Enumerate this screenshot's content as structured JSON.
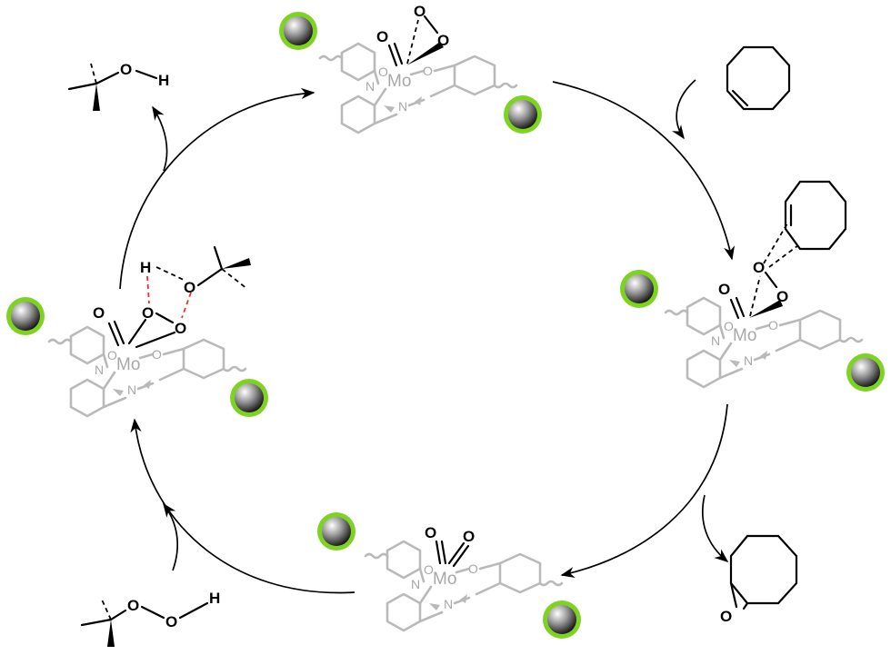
{
  "atoms": {
    "mo": "Mo",
    "o": "O",
    "n": "N",
    "h": "H"
  },
  "colors": {
    "support_ring": "#7ed321",
    "ligand_gray": "#b9b9b9",
    "hbond_red": "#e8322a",
    "arrow": "#000000"
  },
  "species": [
    "Mo-peroxo complex (top)",
    "cyclooctene",
    "olefin-coordinated peroxo complex (right)",
    "cyclooctene oxide",
    "Mo-dioxo complex (bottom)",
    "tert-butyl hydroperoxide",
    "TBHP-activated complex (left)",
    "tert-butanol"
  ]
}
